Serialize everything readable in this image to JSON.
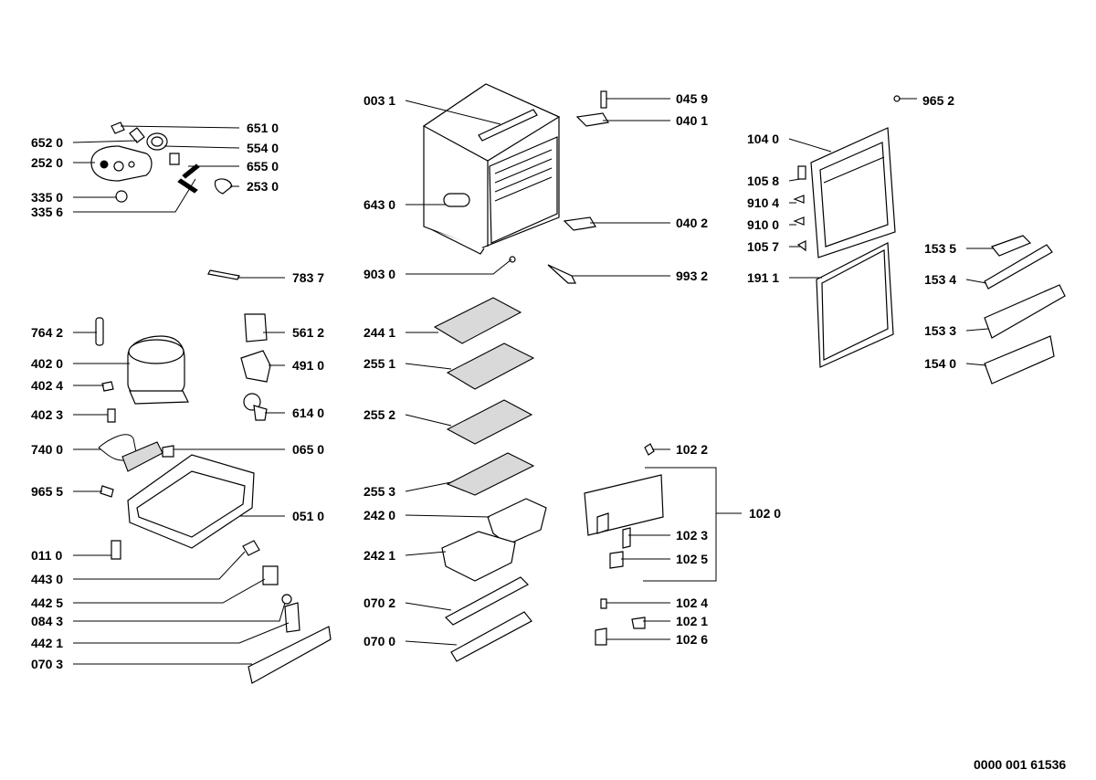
{
  "labels": {
    "l6510": "651 0",
    "l6520": "652 0",
    "l5540": "554 0",
    "l2520": "252 0",
    "l6550": "655 0",
    "l2530": "253 0",
    "l3350": "335 0",
    "l3356": "335 6",
    "l7837": "783 7",
    "l7642": "764 2",
    "l5612": "561 2",
    "l4020": "402 0",
    "l4910": "491 0",
    "l4024": "402 4",
    "l4023": "402 3",
    "l6140": "614 0",
    "l7400": "740 0",
    "l0650": "065 0",
    "l9655": "965 5",
    "l0510": "051 0",
    "l0110": "011 0",
    "l4430": "443 0",
    "l4425": "442 5",
    "l0843": "084 3",
    "l4421": "442 1",
    "l0703": "070 3",
    "l0031": "003 1",
    "l6430": "643 0",
    "l9030": "903 0",
    "l0459": "045 9",
    "l0401": "040 1",
    "l0402": "040 2",
    "l9932": "993 2",
    "l2441": "244 1",
    "l2551": "255 1",
    "l2552": "255 2",
    "l2553": "255 3",
    "l2420": "242 0",
    "l2421": "242 1",
    "l0702": "070 2",
    "l0700": "070 0",
    "l1022": "102 2",
    "l1020": "102 0",
    "l1023": "102 3",
    "l1025": "102 5",
    "l1024": "102 4",
    "l1021": "102 1",
    "l1026": "102 6",
    "l9652": "965 2",
    "l1040": "104 0",
    "l1058": "105 8",
    "l9104": "910 4",
    "l9100": "910 0",
    "l1057": "105 7",
    "l1911": "191 1",
    "l1535": "153 5",
    "l1534": "153 4",
    "l1533": "153 3",
    "l1540": "154 0"
  },
  "drawing_number": "0000 001 61536",
  "icons": {
    "cabinet": "refrigerator-cabinet-icon",
    "door": "door-panel-icon",
    "gasket": "door-gasket-icon",
    "compressor": "compressor-icon",
    "shelf": "wire-shelf-icon"
  }
}
